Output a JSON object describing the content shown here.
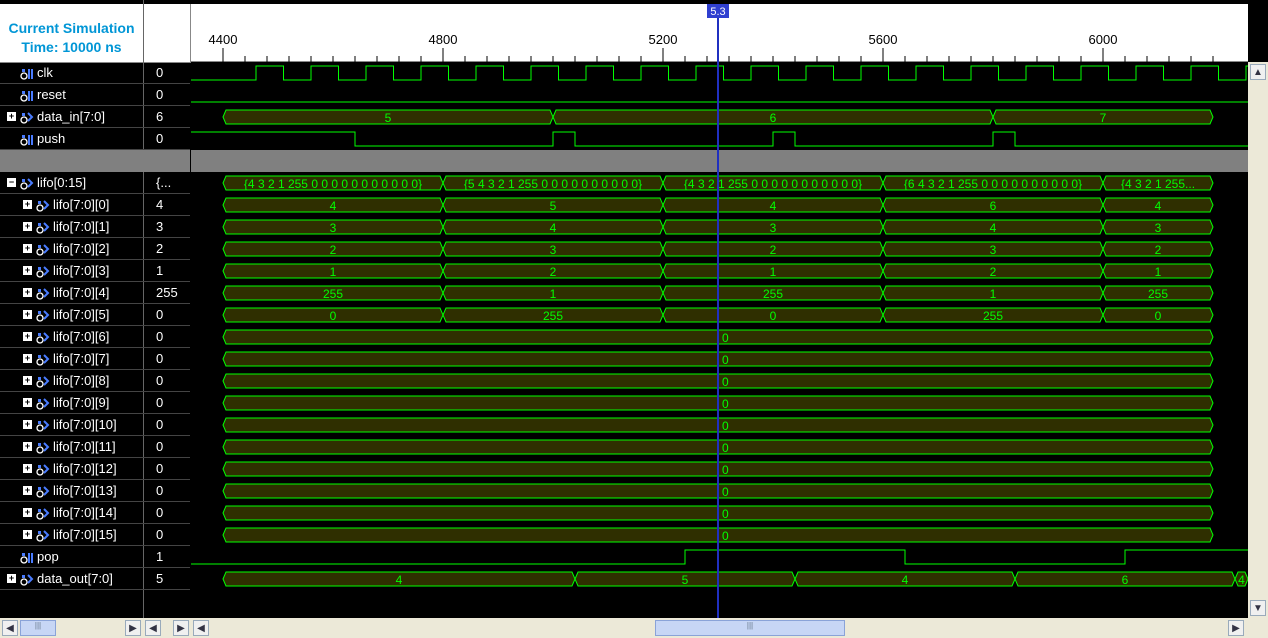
{
  "header": {
    "title_line1": "Current Simulation",
    "title_line2": "Time: 10000 ns"
  },
  "cursor": {
    "label": "5.3",
    "time": 5300
  },
  "timeline": {
    "start": 4400,
    "end": 6200,
    "ticks": [
      {
        "t": 4400,
        "label": "4400"
      },
      {
        "t": 4800,
        "label": "4800"
      },
      {
        "t": 5200,
        "label": "5200"
      },
      {
        "t": 5600,
        "label": "5600"
      },
      {
        "t": 6000,
        "label": "6000"
      }
    ]
  },
  "colors": {
    "wave": "#00ff00",
    "bus_fill": "#2f2f00",
    "cursor": "#2030c0",
    "bus_text": "#00ff00"
  },
  "signals": [
    {
      "name": "clk",
      "value": "0",
      "icon": "bit-signal-icon",
      "expander": "",
      "kind": "clock"
    },
    {
      "name": "reset",
      "value": "0",
      "icon": "bit-signal-icon",
      "expander": "",
      "kind": "bit",
      "edges": [],
      "init": 0
    },
    {
      "name": "data_in[7:0]",
      "value": "6",
      "icon": "bus-signal-icon",
      "expander": "+",
      "kind": "bus",
      "segments": [
        {
          "t0": 4400,
          "t1": 5000,
          "label": "5"
        },
        {
          "t0": 5000,
          "t1": 5800,
          "label": "6"
        },
        {
          "t0": 5800,
          "t1": 6200,
          "label": "7"
        }
      ]
    },
    {
      "name": "push",
      "value": "0",
      "icon": "bit-signal-icon",
      "expander": "",
      "kind": "bit",
      "init": 1,
      "edges": [
        4640,
        5000,
        5040,
        5400,
        5440,
        5800,
        5840
      ]
    },
    {
      "name": "",
      "value": "",
      "icon": "",
      "expander": "",
      "kind": "divider"
    },
    {
      "name": "lifo[0:15]",
      "value": "{...",
      "icon": "bus-signal-icon",
      "expander": "-",
      "kind": "bus",
      "segments": [
        {
          "t0": 4400,
          "t1": 4800,
          "label": "{4 3 2 1 255 0 0 0 0 0 0 0 0 0 0 0}"
        },
        {
          "t0": 4800,
          "t1": 5200,
          "label": "{5 4 3 2 1 255 0 0 0 0 0 0 0 0 0 0}"
        },
        {
          "t0": 5200,
          "t1": 5600,
          "label": "{4 3 2 1 255 0 0 0 0 0 0 0 0 0 0 0}"
        },
        {
          "t0": 5600,
          "t1": 6000,
          "label": "{6 4 3 2 1 255 0 0 0 0 0 0 0 0 0 0}"
        },
        {
          "t0": 6000,
          "t1": 6200,
          "label": "{4 3 2 1 255..."
        }
      ]
    },
    {
      "name": "lifo[7:0][0]",
      "value": "4",
      "icon": "bus-signal-icon",
      "expander": "+",
      "kind": "bus",
      "segments": [
        {
          "t0": 4400,
          "t1": 4800,
          "label": "4"
        },
        {
          "t0": 4800,
          "t1": 5200,
          "label": "5"
        },
        {
          "t0": 5200,
          "t1": 5600,
          "label": "4"
        },
        {
          "t0": 5600,
          "t1": 6000,
          "label": "6"
        },
        {
          "t0": 6000,
          "t1": 6200,
          "label": "4"
        }
      ]
    },
    {
      "name": "lifo[7:0][1]",
      "value": "3",
      "icon": "bus-signal-icon",
      "expander": "+",
      "kind": "bus",
      "segments": [
        {
          "t0": 4400,
          "t1": 4800,
          "label": "3"
        },
        {
          "t0": 4800,
          "t1": 5200,
          "label": "4"
        },
        {
          "t0": 5200,
          "t1": 5600,
          "label": "3"
        },
        {
          "t0": 5600,
          "t1": 6000,
          "label": "4"
        },
        {
          "t0": 6000,
          "t1": 6200,
          "label": "3"
        }
      ]
    },
    {
      "name": "lifo[7:0][2]",
      "value": "2",
      "icon": "bus-signal-icon",
      "expander": "+",
      "kind": "bus",
      "segments": [
        {
          "t0": 4400,
          "t1": 4800,
          "label": "2"
        },
        {
          "t0": 4800,
          "t1": 5200,
          "label": "3"
        },
        {
          "t0": 5200,
          "t1": 5600,
          "label": "2"
        },
        {
          "t0": 5600,
          "t1": 6000,
          "label": "3"
        },
        {
          "t0": 6000,
          "t1": 6200,
          "label": "2"
        }
      ]
    },
    {
      "name": "lifo[7:0][3]",
      "value": "1",
      "icon": "bus-signal-icon",
      "expander": "+",
      "kind": "bus",
      "segments": [
        {
          "t0": 4400,
          "t1": 4800,
          "label": "1"
        },
        {
          "t0": 4800,
          "t1": 5200,
          "label": "2"
        },
        {
          "t0": 5200,
          "t1": 5600,
          "label": "1"
        },
        {
          "t0": 5600,
          "t1": 6000,
          "label": "2"
        },
        {
          "t0": 6000,
          "t1": 6200,
          "label": "1"
        }
      ]
    },
    {
      "name": "lifo[7:0][4]",
      "value": "255",
      "icon": "bus-signal-icon",
      "expander": "+",
      "kind": "bus",
      "segments": [
        {
          "t0": 4400,
          "t1": 4800,
          "label": "255"
        },
        {
          "t0": 4800,
          "t1": 5200,
          "label": "1"
        },
        {
          "t0": 5200,
          "t1": 5600,
          "label": "255"
        },
        {
          "t0": 5600,
          "t1": 6000,
          "label": "1"
        },
        {
          "t0": 6000,
          "t1": 6200,
          "label": "255"
        }
      ]
    },
    {
      "name": "lifo[7:0][5]",
      "value": "0",
      "icon": "bus-signal-icon",
      "expander": "+",
      "kind": "bus",
      "segments": [
        {
          "t0": 4400,
          "t1": 4800,
          "label": "0"
        },
        {
          "t0": 4800,
          "t1": 5200,
          "label": "255"
        },
        {
          "t0": 5200,
          "t1": 5600,
          "label": "0"
        },
        {
          "t0": 5600,
          "t1": 6000,
          "label": "255"
        },
        {
          "t0": 6000,
          "t1": 6200,
          "label": "0"
        }
      ]
    },
    {
      "name": "lifo[7:0][6]",
      "value": "0",
      "icon": "bus-signal-icon",
      "expander": "+",
      "kind": "bus",
      "segments": [
        {
          "t0": 4400,
          "t1": 6200,
          "label": "0"
        }
      ],
      "label_at": 5300
    },
    {
      "name": "lifo[7:0][7]",
      "value": "0",
      "icon": "bus-signal-icon",
      "expander": "+",
      "kind": "bus",
      "segments": [
        {
          "t0": 4400,
          "t1": 6200,
          "label": "0"
        }
      ],
      "label_at": 5300
    },
    {
      "name": "lifo[7:0][8]",
      "value": "0",
      "icon": "bus-signal-icon",
      "expander": "+",
      "kind": "bus",
      "segments": [
        {
          "t0": 4400,
          "t1": 6200,
          "label": "0"
        }
      ],
      "label_at": 5300
    },
    {
      "name": "lifo[7:0][9]",
      "value": "0",
      "icon": "bus-signal-icon",
      "expander": "+",
      "kind": "bus",
      "segments": [
        {
          "t0": 4400,
          "t1": 6200,
          "label": "0"
        }
      ],
      "label_at": 5300
    },
    {
      "name": "lifo[7:0][10]",
      "value": "0",
      "icon": "bus-signal-icon",
      "expander": "+",
      "kind": "bus",
      "segments": [
        {
          "t0": 4400,
          "t1": 6200,
          "label": "0"
        }
      ],
      "label_at": 5300
    },
    {
      "name": "lifo[7:0][11]",
      "value": "0",
      "icon": "bus-signal-icon",
      "expander": "+",
      "kind": "bus",
      "segments": [
        {
          "t0": 4400,
          "t1": 6200,
          "label": "0"
        }
      ],
      "label_at": 5300
    },
    {
      "name": "lifo[7:0][12]",
      "value": "0",
      "icon": "bus-signal-icon",
      "expander": "+",
      "kind": "bus",
      "segments": [
        {
          "t0": 4400,
          "t1": 6200,
          "label": "0"
        }
      ],
      "label_at": 5300
    },
    {
      "name": "lifo[7:0][13]",
      "value": "0",
      "icon": "bus-signal-icon",
      "expander": "+",
      "kind": "bus",
      "segments": [
        {
          "t0": 4400,
          "t1": 6200,
          "label": "0"
        }
      ],
      "label_at": 5300
    },
    {
      "name": "lifo[7:0][14]",
      "value": "0",
      "icon": "bus-signal-icon",
      "expander": "+",
      "kind": "bus",
      "segments": [
        {
          "t0": 4400,
          "t1": 6200,
          "label": "0"
        }
      ],
      "label_at": 5300
    },
    {
      "name": "lifo[7:0][15]",
      "value": "0",
      "icon": "bus-signal-icon",
      "expander": "+",
      "kind": "bus",
      "segments": [
        {
          "t0": 4400,
          "t1": 6200,
          "label": "0"
        }
      ],
      "label_at": 5300
    },
    {
      "name": "pop",
      "value": "1",
      "icon": "bit-signal-icon",
      "expander": "",
      "kind": "bit",
      "init": 0,
      "edges": [
        5240,
        5640,
        6040
      ]
    },
    {
      "name": "data_out[7:0]",
      "value": "5",
      "icon": "bus-signal-icon",
      "expander": "+",
      "kind": "bus",
      "segments": [
        {
          "t0": 4400,
          "t1": 5040,
          "label": "4"
        },
        {
          "t0": 5040,
          "t1": 5440,
          "label": "5"
        },
        {
          "t0": 5440,
          "t1": 5840,
          "label": "4"
        },
        {
          "t0": 5840,
          "t1": 6240,
          "label": "6"
        },
        {
          "t0": 6240,
          "t1": 6400,
          "label": "4"
        }
      ]
    }
  ]
}
